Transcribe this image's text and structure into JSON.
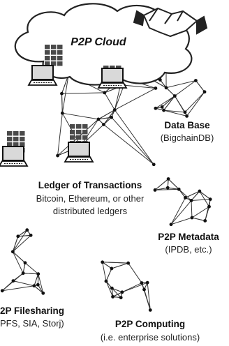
{
  "cloud": {
    "title": "P2P Cloud"
  },
  "nodes": {
    "database": {
      "title": "Data Base",
      "subtitle": "(BigchainDB)"
    },
    "ledger": {
      "title": "Ledger of Transactions",
      "line1": "Bitcoin, Ethereum, or other",
      "line2": "distributed ledgers"
    },
    "metadata": {
      "title": "P2P Metadata",
      "subtitle": "(IPDB, etc.)"
    },
    "filesharing": {
      "title": "2P Filesharing",
      "subtitle": "PFS, SIA, Storj)"
    },
    "computing": {
      "title": "P2P Computing",
      "subtitle": "(i.e. enterprise solutions)"
    }
  },
  "colors": {
    "line": "#333333",
    "cloud_fill": "#ffffff",
    "server_fill": "#4a4a4a",
    "laptop_screen": "#d9d9d9"
  },
  "icons": [
    "cloud-icon",
    "handshake-icon",
    "server-rack-icon",
    "laptop-icon",
    "network-graph-icon"
  ]
}
